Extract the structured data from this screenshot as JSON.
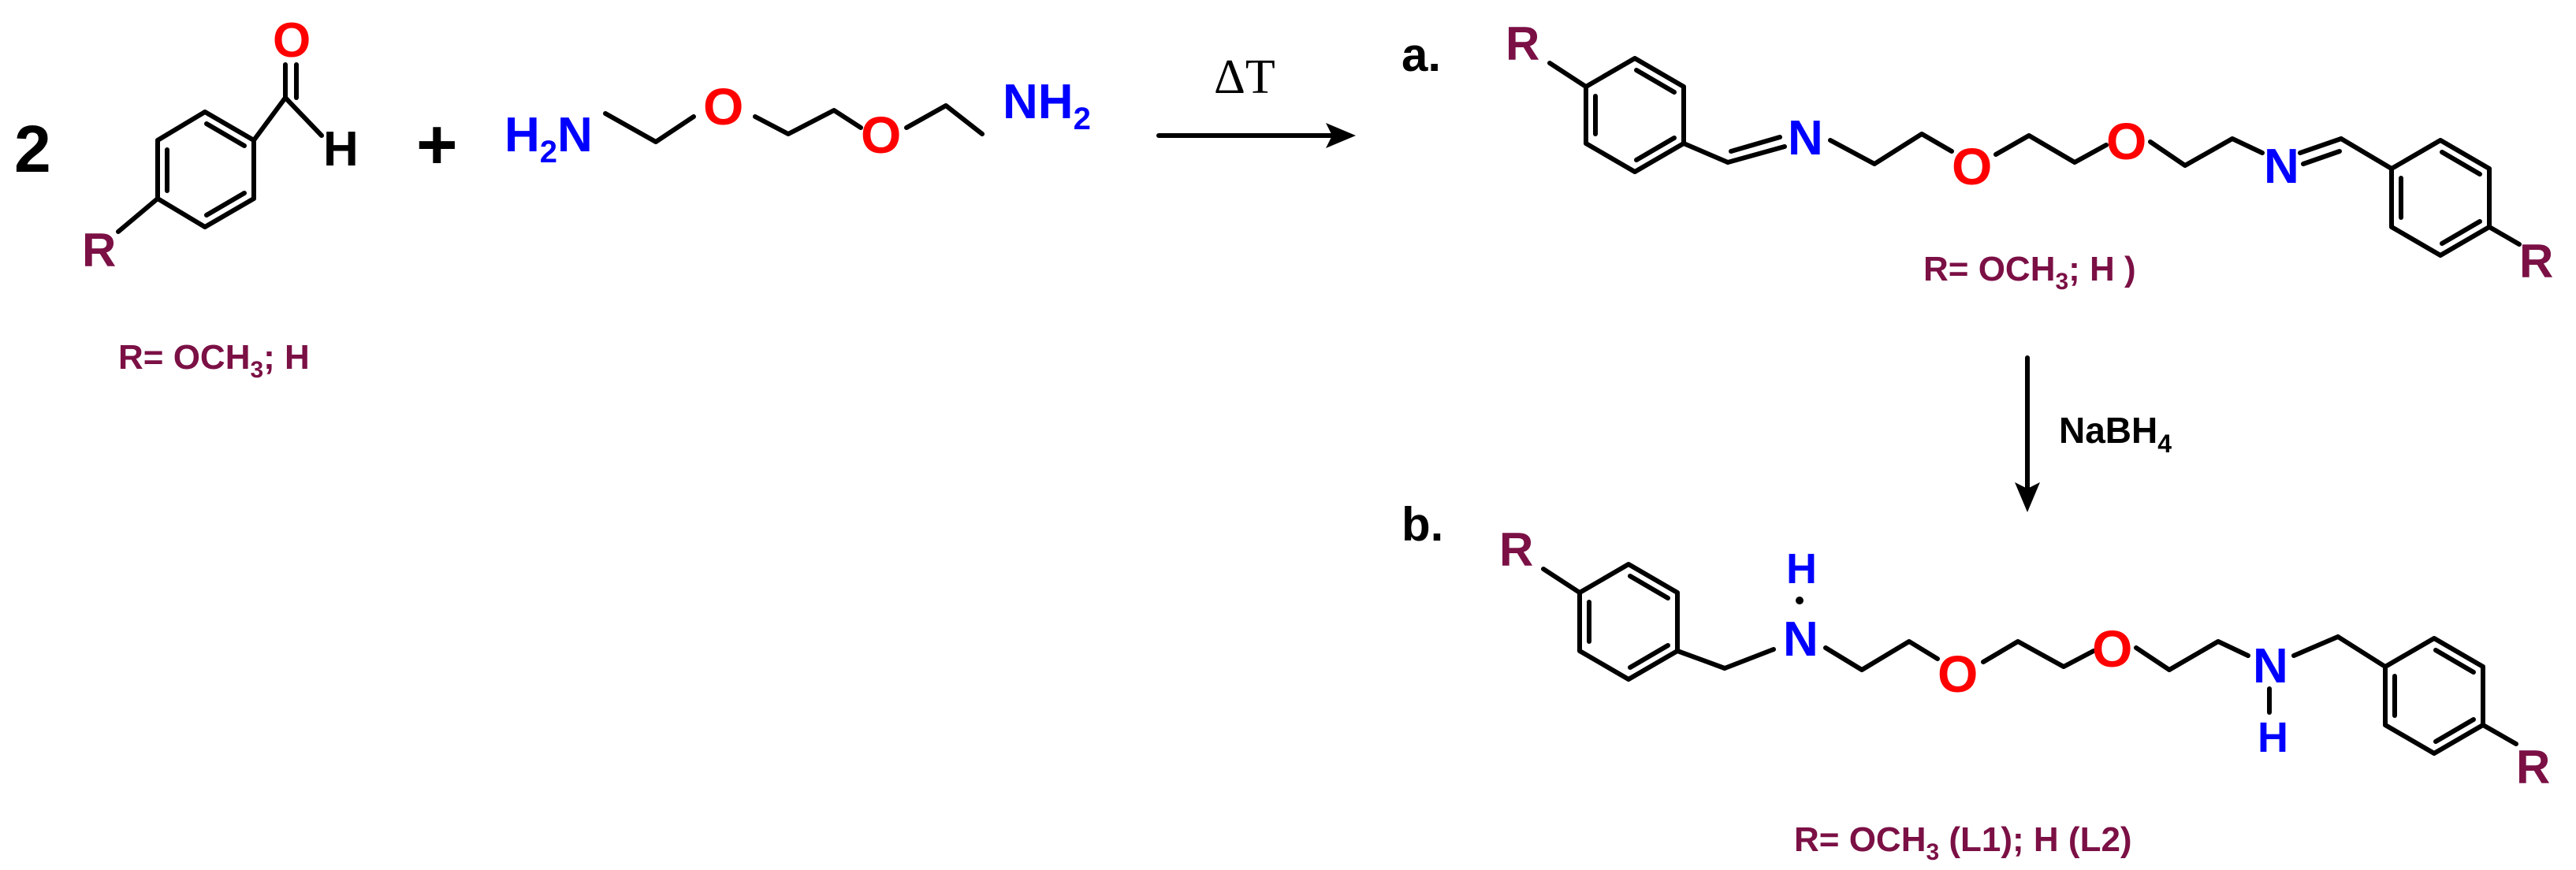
{
  "colors": {
    "bond": "#000000",
    "oxygen": "#ff0000",
    "nitrogen": "#0000ff",
    "substituent": "#7b1045",
    "label": "#000000"
  },
  "reactants": {
    "coefficient": "2",
    "plus": "+",
    "aldehyde_O": "O",
    "aldehyde_H": "H",
    "R": "R",
    "R_def": {
      "prefix": "R= OCH",
      "sub": "3",
      "suffix": "; H"
    },
    "amine_left": {
      "main": "H",
      "sub": "2",
      "tail": "N"
    },
    "amine_right": {
      "main": "NH",
      "sub": "2"
    },
    "ether_O": "O"
  },
  "arrow1": {
    "label": "ΔT"
  },
  "product_a": {
    "label": "a.",
    "R": "R",
    "N": "N",
    "O": "O",
    "R_def": {
      "prefix": "R= OCH",
      "sub": "3",
      "suffix": "; H )"
    }
  },
  "arrow2": {
    "main": "NaBH",
    "sub": "4"
  },
  "product_b": {
    "label": "b.",
    "R": "R",
    "N": "N",
    "H": "H",
    "O": "O",
    "R_def": {
      "prefix": "R= OCH",
      "sub": "3",
      "suffix": " (L1); H (L2)"
    }
  }
}
